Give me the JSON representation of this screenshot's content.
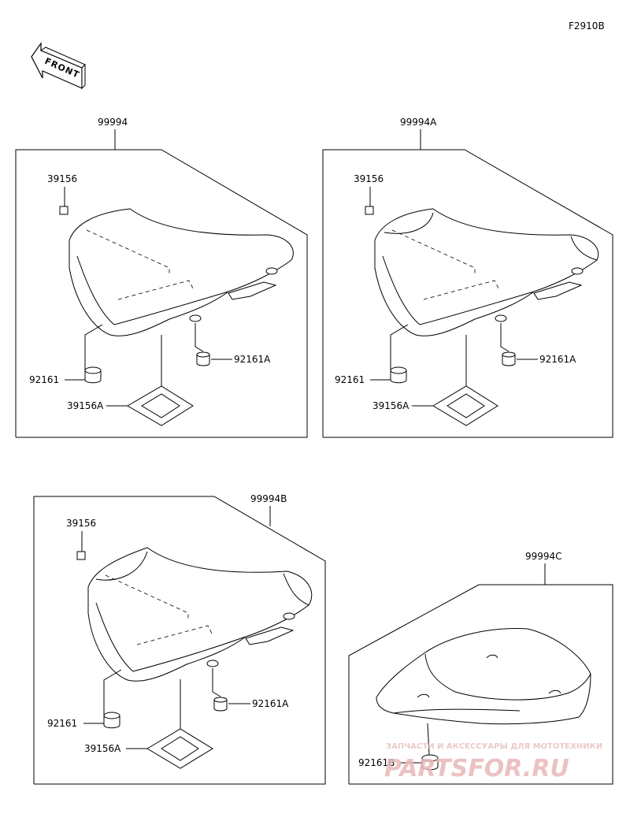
{
  "figure_code": "F2910B",
  "front_label": "FRONT",
  "watermark": {
    "line1": "ЗАПЧАСТИ И АКСЕССУАРЫ ДЛЯ МОТОТЕХНИКИ",
    "line2": "PARTSFOR.RU"
  },
  "panels": [
    {
      "assembly": "99994",
      "parts": {
        "label": "39156",
        "stopper": "92161",
        "stopper_a": "92161A",
        "pad": "39156A"
      }
    },
    {
      "assembly": "99994A",
      "parts": {
        "label": "39156",
        "stopper": "92161",
        "stopper_a": "92161A",
        "pad": "39156A"
      }
    },
    {
      "assembly": "99994B",
      "parts": {
        "label": "39156",
        "stopper": "92161",
        "stopper_a": "92161A",
        "pad": "39156A"
      }
    },
    {
      "assembly": "99994C",
      "parts": {
        "stopper_b": "92161B"
      }
    }
  ]
}
